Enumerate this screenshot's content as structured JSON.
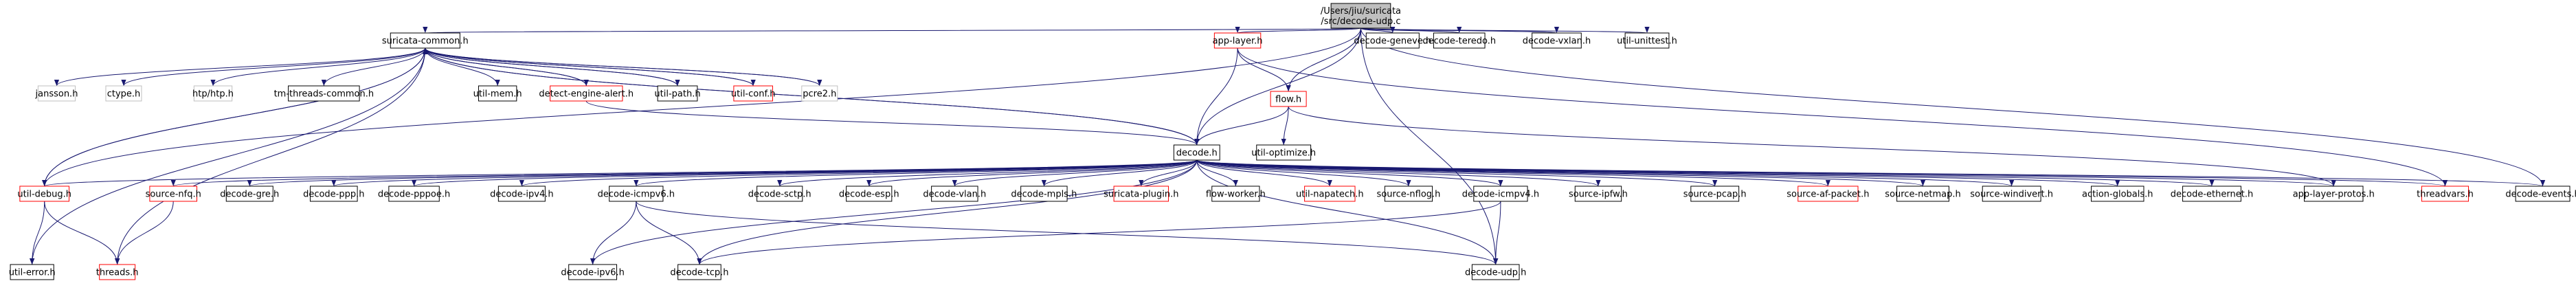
{
  "colors": {
    "edge": "#191970",
    "highlight_fill": "#bfbfbf",
    "normal_border": "#000000",
    "missing_border": "#ff0000",
    "external_border": "#bfbfbf"
  },
  "nodes": [
    {
      "id": "root",
      "label": "/Users/jiu/suricata\n/src/decode-udp.c",
      "style": "hl"
    },
    {
      "id": "suricata-common",
      "label": "suricata-common.h",
      "style": "norm"
    },
    {
      "id": "app-layer",
      "label": "app-layer.h",
      "style": "red"
    },
    {
      "id": "decode-geneve",
      "label": "decode-geneve.h",
      "style": "norm"
    },
    {
      "id": "decode-teredo",
      "label": "decode-teredo.h",
      "style": "norm"
    },
    {
      "id": "decode-vxlan",
      "label": "decode-vxlan.h",
      "style": "norm"
    },
    {
      "id": "util-unittest",
      "label": "util-unittest.h",
      "style": "norm"
    },
    {
      "id": "flow",
      "label": "flow.h",
      "style": "red"
    },
    {
      "id": "jansson",
      "label": "jansson.h",
      "style": "grey"
    },
    {
      "id": "ctype",
      "label": "ctype.h",
      "style": "grey"
    },
    {
      "id": "htp",
      "label": "htp/htp.h",
      "style": "grey"
    },
    {
      "id": "tm-threads-common",
      "label": "tm-threads-common.h",
      "style": "norm"
    },
    {
      "id": "util-mem",
      "label": "util-mem.h",
      "style": "norm"
    },
    {
      "id": "detect-engine-alert",
      "label": "detect-engine-alert.h",
      "style": "red"
    },
    {
      "id": "util-path",
      "label": "util-path.h",
      "style": "norm"
    },
    {
      "id": "util-conf",
      "label": "util-conf.h",
      "style": "red"
    },
    {
      "id": "pcre2",
      "label": "pcre2.h",
      "style": "grey"
    },
    {
      "id": "util-optimize",
      "label": "util-optimize.h",
      "style": "norm"
    },
    {
      "id": "decode",
      "label": "decode.h",
      "style": "norm"
    },
    {
      "id": "util-debug",
      "label": "util-debug.h",
      "style": "red"
    },
    {
      "id": "source-nfq",
      "label": "source-nfq.h",
      "style": "red"
    },
    {
      "id": "decode-gre",
      "label": "decode-gre.h",
      "style": "norm"
    },
    {
      "id": "decode-ppp",
      "label": "decode-ppp.h",
      "style": "norm"
    },
    {
      "id": "decode-pppoe",
      "label": "decode-pppoe.h",
      "style": "norm"
    },
    {
      "id": "decode-ipv4",
      "label": "decode-ipv4.h",
      "style": "norm"
    },
    {
      "id": "decode-icmpv6",
      "label": "decode-icmpv6.h",
      "style": "norm"
    },
    {
      "id": "decode-sctp",
      "label": "decode-sctp.h",
      "style": "norm"
    },
    {
      "id": "decode-esp",
      "label": "decode-esp.h",
      "style": "norm"
    },
    {
      "id": "decode-vlan",
      "label": "decode-vlan.h",
      "style": "norm"
    },
    {
      "id": "decode-mpls",
      "label": "decode-mpls.h",
      "style": "norm"
    },
    {
      "id": "suricata-plugin",
      "label": "suricata-plugin.h",
      "style": "red"
    },
    {
      "id": "flow-worker",
      "label": "flow-worker.h",
      "style": "norm"
    },
    {
      "id": "util-napatech",
      "label": "util-napatech.h",
      "style": "red"
    },
    {
      "id": "source-nflog",
      "label": "source-nflog.h",
      "style": "norm"
    },
    {
      "id": "decode-icmpv4",
      "label": "decode-icmpv4.h",
      "style": "norm"
    },
    {
      "id": "source-ipfw",
      "label": "source-ipfw.h",
      "style": "norm"
    },
    {
      "id": "source-pcap",
      "label": "source-pcap.h",
      "style": "norm"
    },
    {
      "id": "source-af-packet",
      "label": "source-af-packet.h",
      "style": "red"
    },
    {
      "id": "source-netmap",
      "label": "source-netmap.h",
      "style": "norm"
    },
    {
      "id": "source-windivert",
      "label": "source-windivert.h",
      "style": "norm"
    },
    {
      "id": "action-globals",
      "label": "action-globals.h",
      "style": "norm"
    },
    {
      "id": "decode-ethernet",
      "label": "decode-ethernet.h",
      "style": "norm"
    },
    {
      "id": "app-layer-protos",
      "label": "app-layer-protos.h",
      "style": "norm"
    },
    {
      "id": "threadvars",
      "label": "threadvars.h",
      "style": "red"
    },
    {
      "id": "decode-events",
      "label": "decode-events.h",
      "style": "norm"
    },
    {
      "id": "util-error",
      "label": "util-error.h",
      "style": "norm"
    },
    {
      "id": "threads",
      "label": "threads.h",
      "style": "red"
    },
    {
      "id": "decode-ipv6",
      "label": "decode-ipv6.h",
      "style": "norm"
    },
    {
      "id": "decode-tcp",
      "label": "decode-tcp.h",
      "style": "norm"
    },
    {
      "id": "decode-udp",
      "label": "decode-udp.h",
      "style": "norm"
    }
  ],
  "edges": [
    [
      "root",
      "suricata-common"
    ],
    [
      "root",
      "app-layer"
    ],
    [
      "root",
      "decode-geneve"
    ],
    [
      "root",
      "decode-teredo"
    ],
    [
      "root",
      "decode-vxlan"
    ],
    [
      "root",
      "util-unittest"
    ],
    [
      "root",
      "flow"
    ],
    [
      "root",
      "decode"
    ],
    [
      "root",
      "util-debug"
    ],
    [
      "root",
      "decode-events"
    ],
    [
      "root",
      "decode-udp"
    ],
    [
      "suricata-common",
      "jansson"
    ],
    [
      "suricata-common",
      "ctype"
    ],
    [
      "suricata-common",
      "htp"
    ],
    [
      "suricata-common",
      "tm-threads-common"
    ],
    [
      "suricata-common",
      "util-mem"
    ],
    [
      "suricata-common",
      "detect-engine-alert"
    ],
    [
      "suricata-common",
      "util-path"
    ],
    [
      "suricata-common",
      "util-conf"
    ],
    [
      "suricata-common",
      "pcre2"
    ],
    [
      "suricata-common",
      "util-debug"
    ],
    [
      "suricata-common",
      "util-error"
    ],
    [
      "suricata-common",
      "threads"
    ],
    [
      "suricata-common",
      "decode"
    ],
    [
      "detect-engine-alert",
      "suricata-common"
    ],
    [
      "detect-engine-alert",
      "decode"
    ],
    [
      "util-path",
      "suricata-common"
    ],
    [
      "util-conf",
      "suricata-common"
    ],
    [
      "pcre2",
      "suricata-common"
    ],
    [
      "util-debug",
      "suricata-common"
    ],
    [
      "decode",
      "suricata-common"
    ],
    [
      "app-layer",
      "flow"
    ],
    [
      "app-layer",
      "decode"
    ],
    [
      "app-layer",
      "threadvars"
    ],
    [
      "flow",
      "decode"
    ],
    [
      "flow",
      "util-optimize"
    ],
    [
      "flow",
      "app-layer-protos"
    ],
    [
      "decode",
      "util-debug"
    ],
    [
      "decode",
      "source-nfq"
    ],
    [
      "decode",
      "decode-gre"
    ],
    [
      "decode",
      "decode-ppp"
    ],
    [
      "decode",
      "decode-pppoe"
    ],
    [
      "decode",
      "decode-ipv4"
    ],
    [
      "decode",
      "decode-icmpv6"
    ],
    [
      "decode",
      "decode-tcp"
    ],
    [
      "decode",
      "decode-sctp"
    ],
    [
      "decode",
      "decode-esp"
    ],
    [
      "decode",
      "decode-vlan"
    ],
    [
      "decode",
      "decode-mpls"
    ],
    [
      "decode",
      "suricata-plugin"
    ],
    [
      "decode",
      "flow-worker"
    ],
    [
      "decode",
      "util-napatech"
    ],
    [
      "decode",
      "source-nflog"
    ],
    [
      "decode",
      "decode-icmpv4"
    ],
    [
      "decode",
      "source-ipfw"
    ],
    [
      "decode",
      "source-pcap"
    ],
    [
      "decode",
      "source-af-packet"
    ],
    [
      "decode",
      "source-netmap"
    ],
    [
      "decode",
      "source-windivert"
    ],
    [
      "decode",
      "action-globals"
    ],
    [
      "decode",
      "decode-ethernet"
    ],
    [
      "decode",
      "app-layer-protos"
    ],
    [
      "decode",
      "threadvars"
    ],
    [
      "decode",
      "decode-events"
    ],
    [
      "decode",
      "decode-ipv6"
    ],
    [
      "decode",
      "decode-udp"
    ],
    [
      "util-debug",
      "util-error"
    ],
    [
      "util-debug",
      "threads"
    ],
    [
      "source-nfq",
      "threads"
    ],
    [
      "decode-icmpv6",
      "decode-ipv6"
    ],
    [
      "decode-icmpv6",
      "decode-tcp"
    ],
    [
      "decode-icmpv6",
      "decode-udp"
    ],
    [
      "decode-icmpv4",
      "decode-tcp"
    ],
    [
      "decode-icmpv4",
      "decode-udp"
    ]
  ]
}
